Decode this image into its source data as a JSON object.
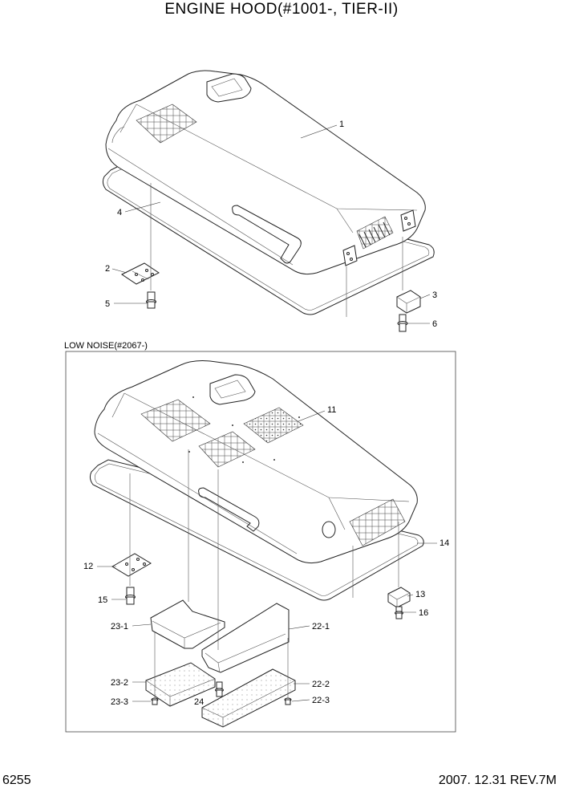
{
  "title": "ENGINE HOOD(#1001-, TIER-II)",
  "section_label": "LOW NOISE(#2067-)",
  "footer": {
    "page": "6255",
    "date_rev": "2007. 12.31  REV.7M"
  },
  "callouts": {
    "c1": "1",
    "c2": "2",
    "c3": "3",
    "c4": "4",
    "c5": "5",
    "c6": "6",
    "c11": "11",
    "c12": "12",
    "c13": "13",
    "c14": "14",
    "c15": "15",
    "c16": "16",
    "c22_1": "22-1",
    "c22_2": "22-2",
    "c22_3": "22-3",
    "c23_1": "23-1",
    "c23_2": "23-2",
    "c23_3": "23-3",
    "c24": "24"
  }
}
